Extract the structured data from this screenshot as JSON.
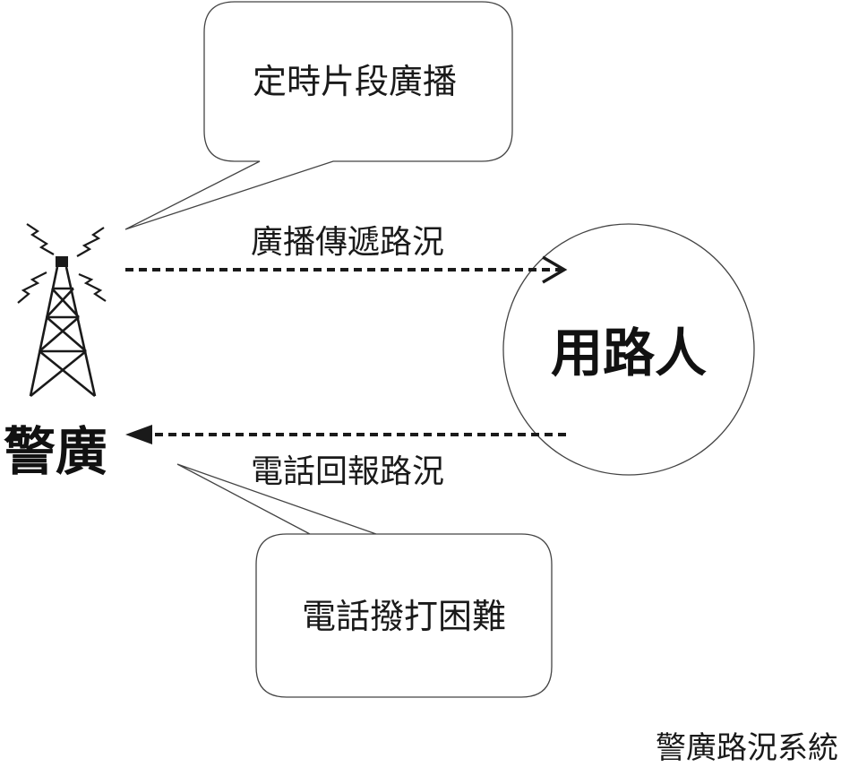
{
  "diagram": {
    "top_bubble": "定時片段廣播",
    "bottom_bubble": "電話撥打困難",
    "broadcast_arrow_label": "廣播傳遞路況",
    "return_arrow_label": "電話回報路況",
    "station_label": "警廣",
    "user_label": "用路人",
    "footer_caption": "警廣路況系統"
  },
  "icons": {
    "tower": "radio-tower-icon"
  },
  "colors": {
    "ink": "#1a1a1a",
    "line": "#333333",
    "background": "#ffffff"
  }
}
